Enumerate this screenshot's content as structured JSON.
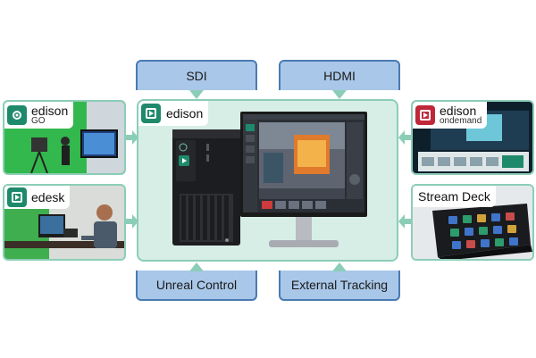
{
  "connections": {
    "sdi": "SDI",
    "hdmi": "HDMI",
    "unreal_control": "Unreal Control",
    "external_tracking": "External Tracking"
  },
  "center": {
    "brand": "edison"
  },
  "left_tiles": [
    {
      "brand": "edison",
      "sub": "GO"
    },
    {
      "brand": "edesk",
      "sub": ""
    }
  ],
  "right_tiles": [
    {
      "brand": "edison",
      "sub": "ondemand"
    },
    {
      "brand": "Stream Deck",
      "sub": ""
    }
  ],
  "colors": {
    "label_fill": "#a9c7e8",
    "label_border": "#4a7ab3",
    "hub_fill": "#d7eee6",
    "hub_border": "#8ccdb7",
    "edison_green": "#1f8a6b",
    "ondemand_red": "#c0283a",
    "arrow": "#8ccdb7"
  }
}
